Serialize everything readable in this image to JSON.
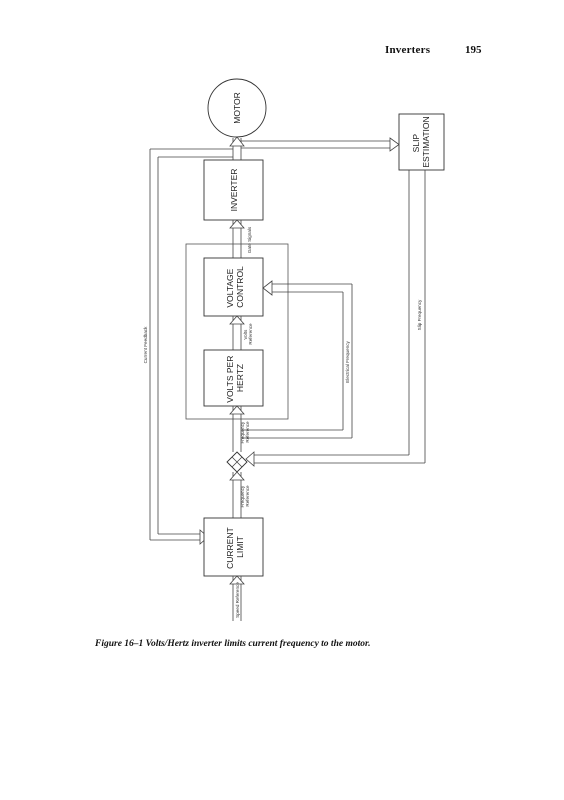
{
  "header": {
    "running_head": "Inverters",
    "page_number": "195"
  },
  "figure": {
    "blocks": {
      "motor": "MOTOR",
      "inverter": "INVERTER",
      "voltage_control_line1": "VOLTAGE",
      "voltage_control_line2": "CONTROL",
      "volts_per_hertz_line1": "VOLTS PER",
      "volts_per_hertz_line2": "HERTZ",
      "current_limit_line1": "CURRENT",
      "current_limit_line2": "LIMIT",
      "slip_estimation_line1": "SLIP",
      "slip_estimation_line2": "ESTIMATION"
    },
    "signals": {
      "gate_signals": "Gate Signals",
      "volts_reference_line1": "Volts",
      "volts_reference_line2": "Reference",
      "frequency_reference_top_line1": "Frequency",
      "frequency_reference_top_line2": "Reference",
      "frequency_reference_bottom_line1": "Frequency",
      "frequency_reference_bottom_line2": "Reference",
      "speed_reference": "Speed Reference",
      "current_feedback": "Current Feedback",
      "electrical_frequency": "Electrical Frequency",
      "slip_frequency": "Slip Frequency"
    }
  },
  "caption": "Figure 16–1  Volts/Hertz inverter limits current frequency to the motor."
}
